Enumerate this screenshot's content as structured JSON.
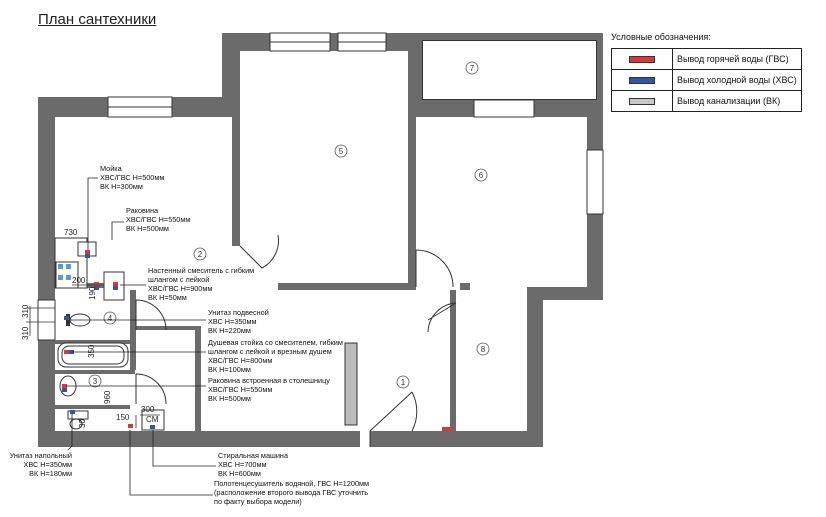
{
  "title": "План сантехники",
  "legend": {
    "heading": "Условные обозначения:",
    "items": [
      {
        "label": "Вывод горячей воды (ГВС)",
        "color": "#d8373c"
      },
      {
        "label": "Вывод холодной воды (ХВС)",
        "color": "#3355a8"
      },
      {
        "label": "Вывод канализации (ВК)",
        "color": "#c8c8c8"
      }
    ]
  },
  "rooms": [
    "1",
    "2",
    "3",
    "4",
    "5",
    "6",
    "7",
    "8"
  ],
  "dimensions": {
    "d730": "730",
    "d200": "200",
    "d190": "190",
    "d310a": "310",
    "d310b": "310",
    "d350": "350",
    "d960": "960",
    "d150": "150",
    "d300": "300",
    "d30": "30"
  },
  "appliance_labels": {
    "sm": "СМ"
  },
  "annotations": {
    "moyka": [
      "Мойка",
      "ХВС/ГВС Н=500мм",
      "ВК Н=300мм"
    ],
    "rakovina": [
      "Раковина",
      "ХВС/ГВС Н=550мм",
      "ВК Н=500мм"
    ],
    "smesitel": [
      "Настенный смеситель с гибким",
      "шлангом с лейкой",
      "ХВС/ГВС Н=900мм",
      "ВК Н=50мм"
    ],
    "unitaz_podv": [
      "Унитаз подвесной",
      "ХВС Н=350мм",
      "ВК Н=220мм"
    ],
    "dush": [
      "Душевая стойка со смесителем, гибким",
      "шлангом с лейкой и врезным душем",
      "ХВС/ГВС Н=800мм",
      "ВК Н=100мм"
    ],
    "rakovina_vstr": [
      "Раковина встроенная в столешницу",
      "ХВС/ГВС Н=550мм",
      "ВК Н=500мм"
    ],
    "unitaz_nap": [
      "Унитаз напольный",
      "ХВС Н=350мм",
      "ВК Н=180мм"
    ],
    "stiralka": [
      "Стиральная машина",
      "ХВС Н=700мм",
      "ВК Н=600мм"
    ],
    "polotence": [
      "Полотенцесушитель водяной, ГВС Н=1200мм",
      "(расположение второго вывода ГВС уточнить",
      "по факту выбора модели)"
    ]
  }
}
